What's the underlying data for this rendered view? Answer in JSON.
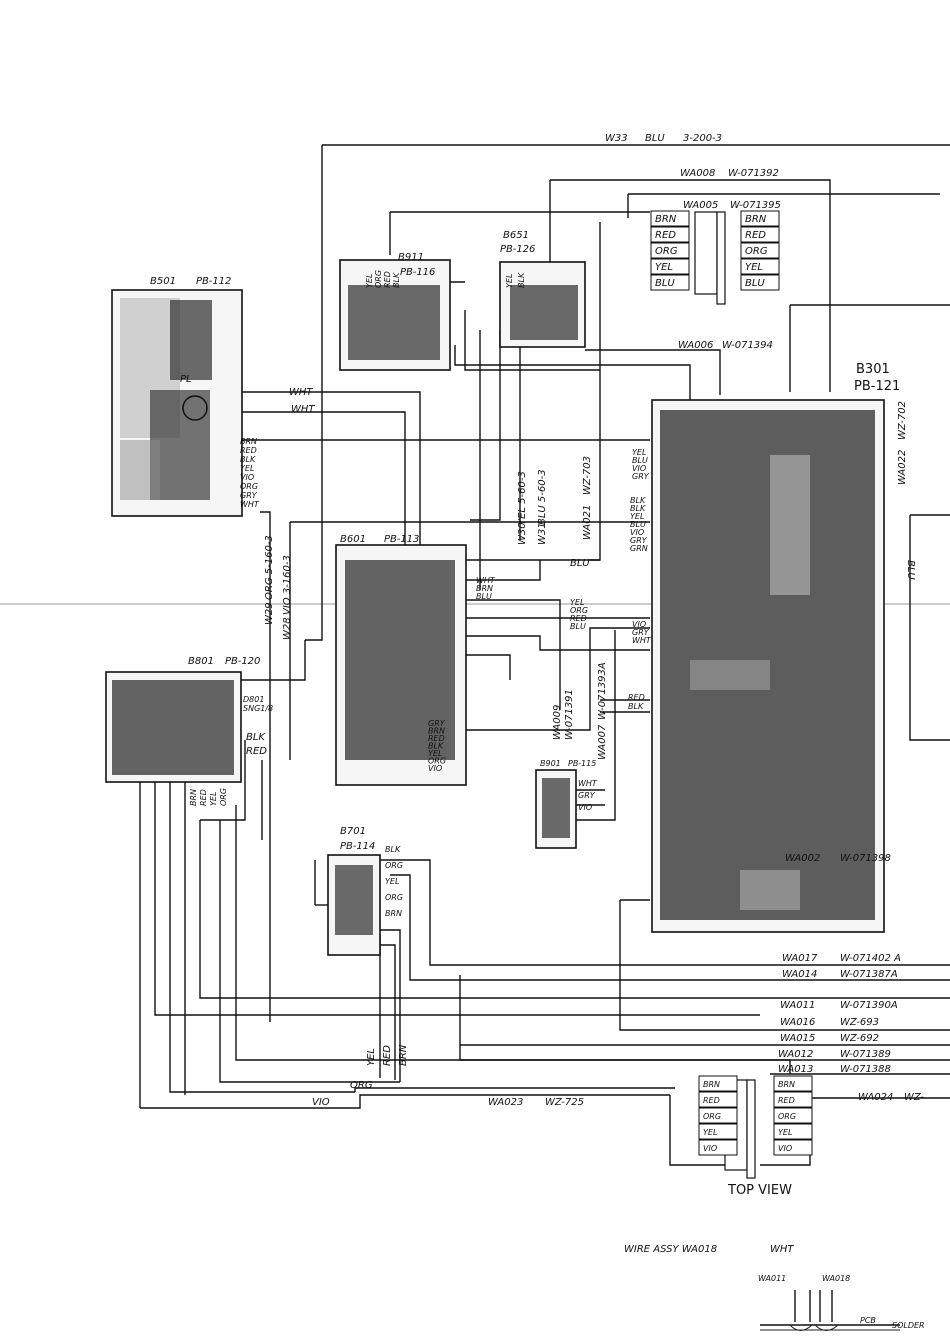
{
  "cable_labels": {
    "w33": "W33",
    "w33_color": "BLU",
    "w33_part": "3-200-3",
    "wa008": "WA008",
    "wa008_part": "W-071392",
    "wa005": "WA005",
    "wa005_part": "W-071395",
    "wa006": "WA006",
    "wa006_part": "W-071394",
    "wa022": "WA022",
    "wa022_part": "WZ-702",
    "wa021": "WA021",
    "wa021_part": "WZ-703",
    "w30": "W30",
    "w30_detail": "YEL 5-60-3",
    "w31": "W31",
    "w31_detail": "BLU 5-60-3",
    "w29": "W29",
    "w29_detail": "ORG 5-160-3",
    "w28": "W28",
    "w28_detail": "VIO 3-160-3",
    "wa009": "WA009",
    "wa009_part": "W-071391",
    "wa007": "WA007",
    "wa007_part": "W-071393A",
    "wa002": "WA002",
    "wa002_part": "W-071398",
    "wa017": "WA017",
    "wa017_part": "W-071402 A",
    "wa014": "WA014",
    "wa014_part": "W-071387A",
    "wa011": "WA011",
    "wa011_part": "W-071390A",
    "wa016": "WA016",
    "wa016_part": "WZ-693",
    "wa015": "WA015",
    "wa015_part": "WZ-692",
    "wa012": "WA012",
    "wa012_part": "W-071389",
    "wa013": "WA013",
    "wa013_part": "W-071388",
    "wa023": "WA023",
    "wa023_part": "WZ-725",
    "wa024": "WA024",
    "wa024_part": "WZ-"
  },
  "boards": {
    "b501": "B501",
    "b501_part": "PB-112",
    "b501_pl": "PL",
    "b911": "B911",
    "b911_part": "PB-116",
    "b651": "B651",
    "b651_part": "PB-126",
    "b301": "B301",
    "b301_part": "PB-121",
    "b601": "B601",
    "b601_part": "PB-113",
    "b801": "B801",
    "b801_part": "PB-120",
    "b801_d": "D801",
    "b801_d_part": "SNG1/8",
    "b901": "B901",
    "b901_part": "PB-115",
    "b701": "B701",
    "b701_part": "PB-114"
  },
  "wire_colors": {
    "wht": "WHT",
    "brn": "BRN",
    "red": "RED",
    "blk": "BLK",
    "yel": "YEL",
    "blu": "BLU",
    "org": "ORG",
    "vio": "VIO",
    "gry": "GRY"
  },
  "top_connector_left": [
    "BRN",
    "RED",
    "ORG",
    "YEL",
    "BLU"
  ],
  "top_connector_right": [
    "BRN",
    "RED",
    "ORG",
    "YEL",
    "BLU"
  ],
  "bottom_connector_left": [
    "BRN",
    "RED",
    "ORG",
    "YEL",
    "VIO"
  ],
  "bottom_connector_right": [
    "BRN",
    "RED",
    "ORG",
    "YEL",
    "VIO"
  ],
  "b501_wires": [
    "BRN",
    "RED",
    "BLK",
    "YEL",
    "VIO",
    "ORG",
    "GRY",
    "WHT"
  ],
  "b601_top_wires": [
    "WHT",
    "BRN",
    "BLU"
  ],
  "b601_right_wires": [
    "YEL",
    "ORG",
    "RED",
    "BLU"
  ],
  "b601_bottom_wires": [
    "GRY",
    "BRN",
    "RED",
    "BLK",
    "YEL",
    "ORG",
    "VIO"
  ],
  "b301_left_wires": [
    "YEL",
    "BLU",
    "VIO",
    "GRY"
  ],
  "b301_mid_wires": [
    "BLK",
    "BLK",
    "YEL",
    "BLU",
    "VIO",
    "GRY",
    "GRN"
  ],
  "b301_low_wires": [
    "VIO",
    "GRY",
    "WHT"
  ],
  "b301_red_wires": [
    "RED",
    "BLK"
  ],
  "b801_bottom_wires": [
    "BRN",
    "RED",
    "YEL",
    "ORG"
  ],
  "b901_wires": [
    "WHT",
    "GRY",
    "VIO"
  ],
  "b701_wires": [
    "BLK",
    "ORG",
    "YEL",
    "ORG",
    "BRN"
  ],
  "b911_wires": [
    "YEL",
    "ORG",
    "RED",
    "BLK"
  ],
  "b651_wires": [
    "YEL",
    "BLK"
  ],
  "vertical_wires_bottom": [
    "YEL",
    "RED",
    "BRN"
  ],
  "captions": {
    "top_view": "TOP VIEW",
    "wire_assy": "WIRE ASSY WA018 ",
    "wire_assy_wht": "WHT",
    "wa011_small": "WA011",
    "wa018_small": "WA018",
    "pcb": "PCB",
    "solder": "SOLDER"
  },
  "colors": {
    "ink": "#111111",
    "paper": "#ffffff",
    "board_fill": "#3a3a3a"
  }
}
